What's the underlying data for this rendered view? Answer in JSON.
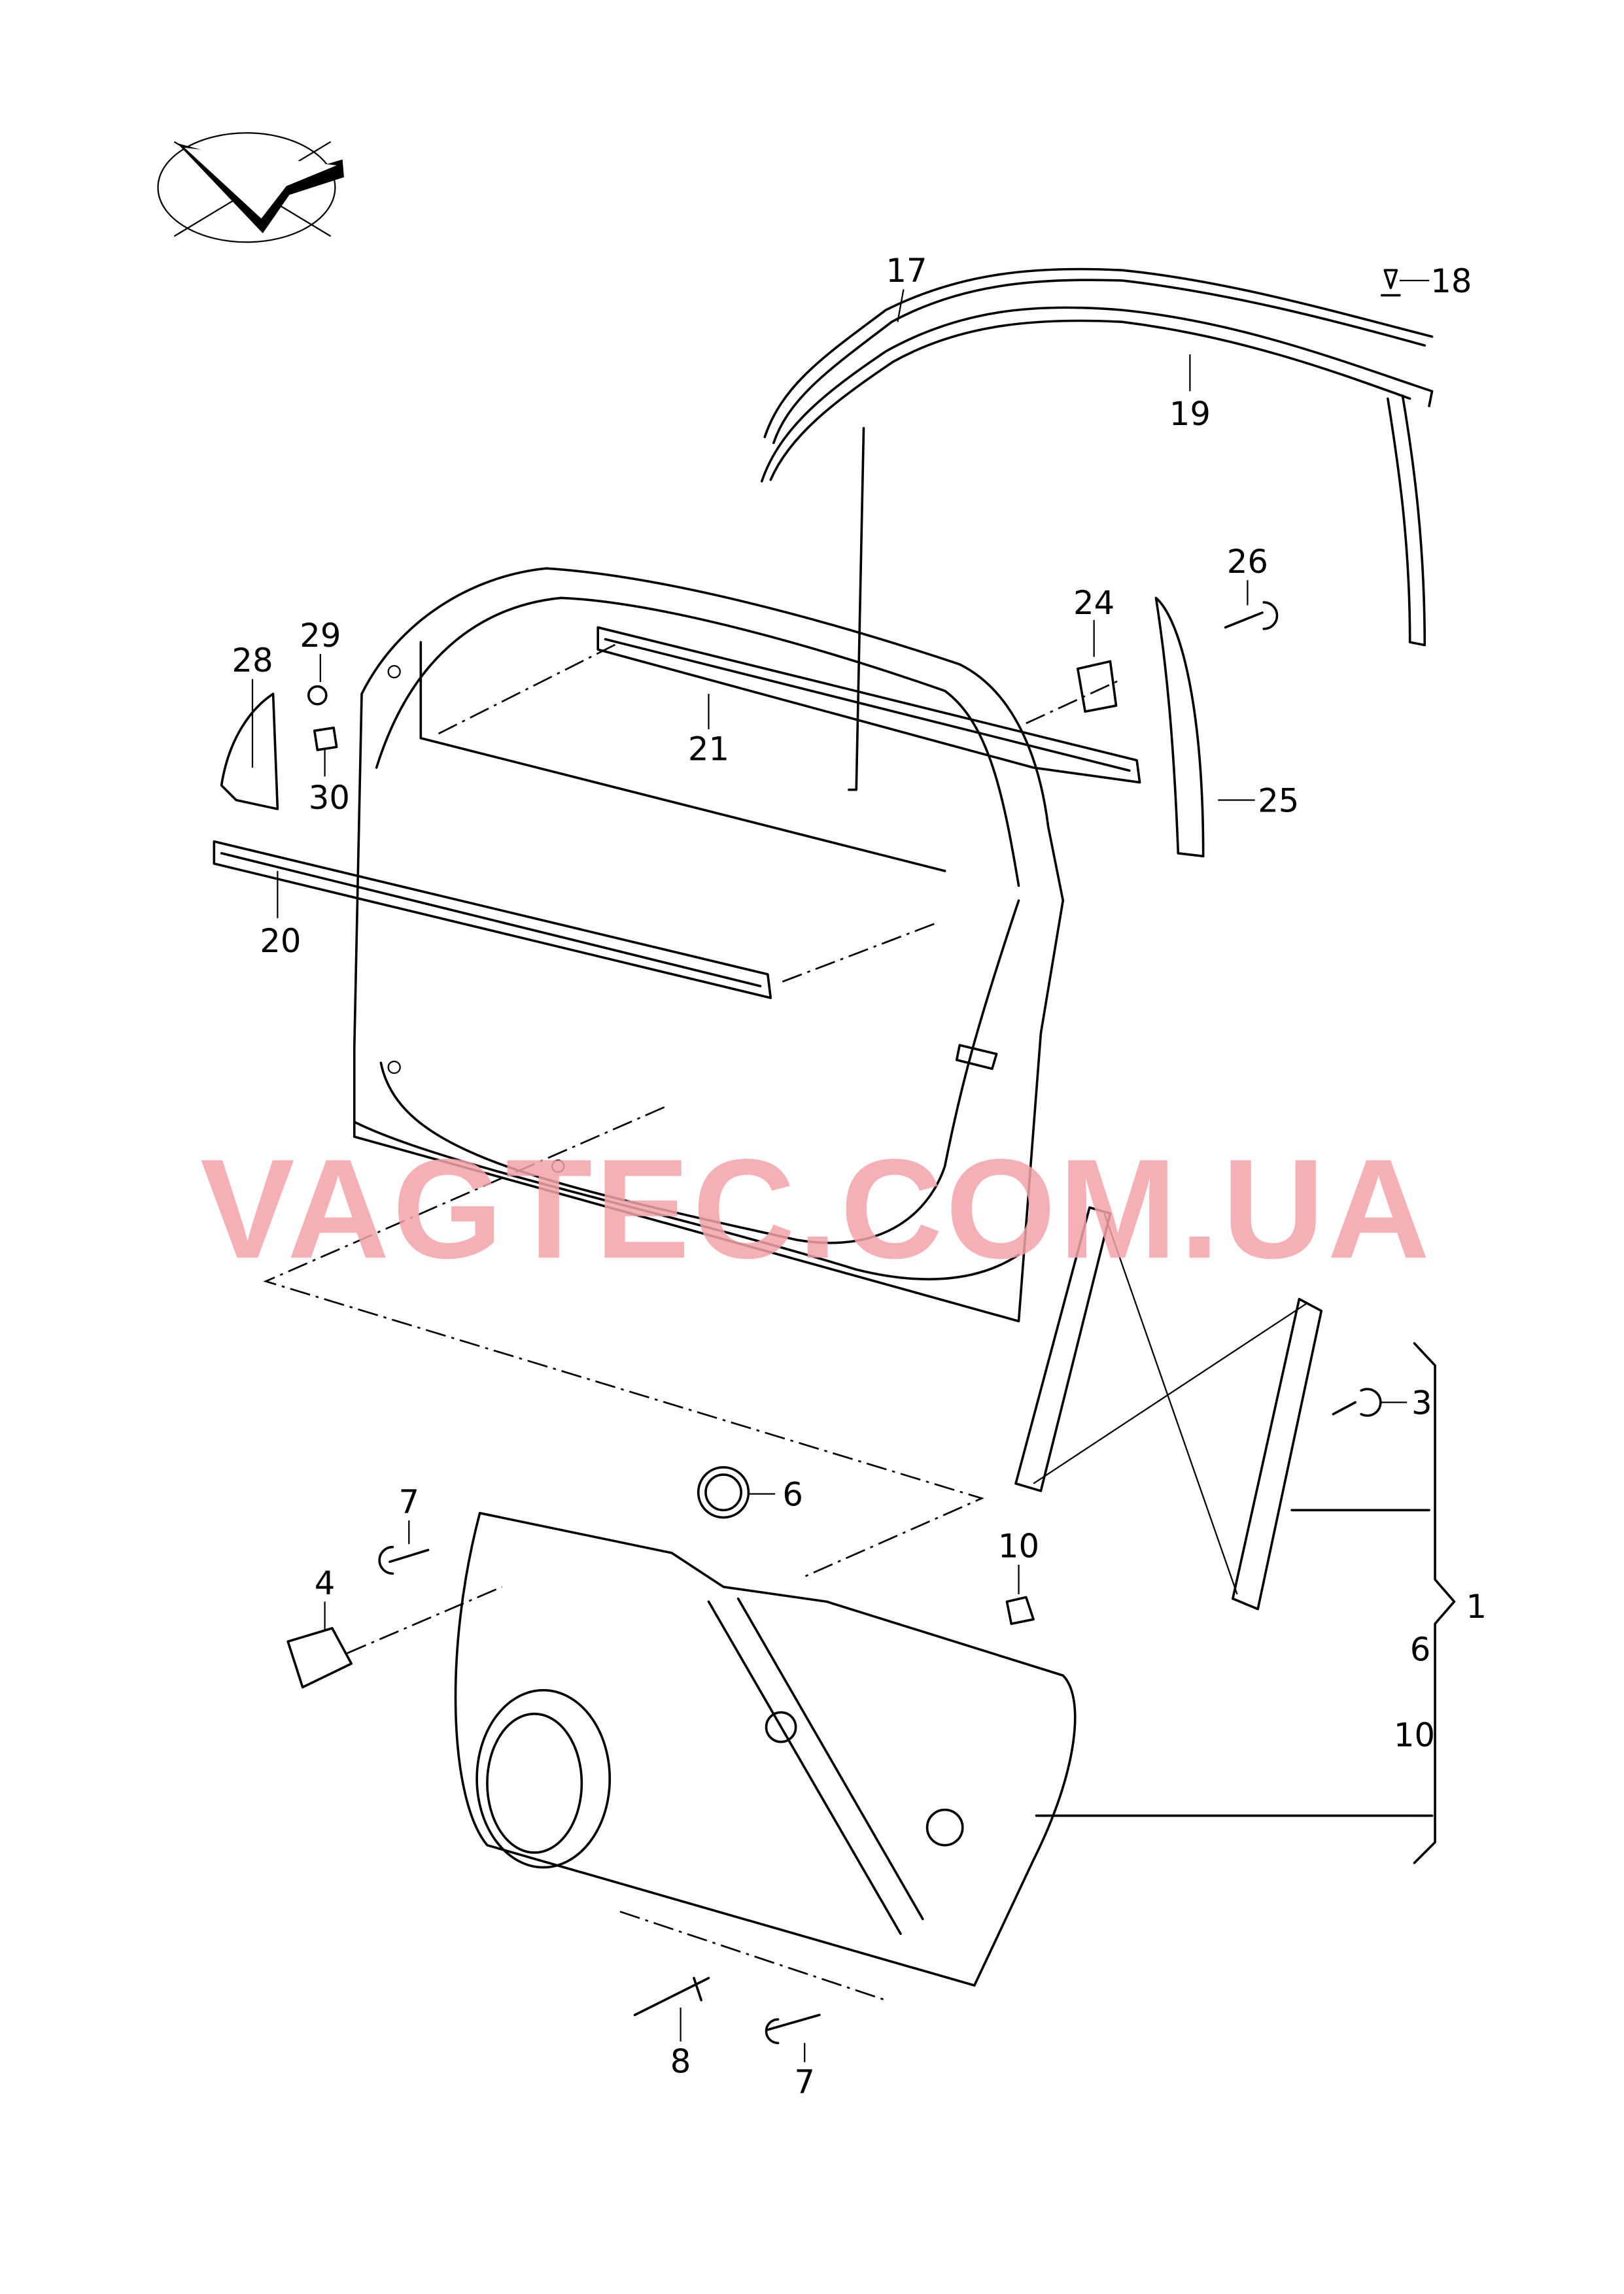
{
  "diagram": {
    "title_logo": "direction-arrow-symbol",
    "watermark": "VAGTEC.COM.UA",
    "watermark_color": "#f4a3aa",
    "callouts": [
      "17",
      "18",
      "19",
      "26",
      "24",
      "29",
      "28",
      "21",
      "25",
      "30",
      "20",
      "3",
      "6",
      "7",
      "10",
      "4",
      "1",
      "6",
      "10",
      "8",
      "7"
    ],
    "assembly_bracket_number": "1"
  }
}
